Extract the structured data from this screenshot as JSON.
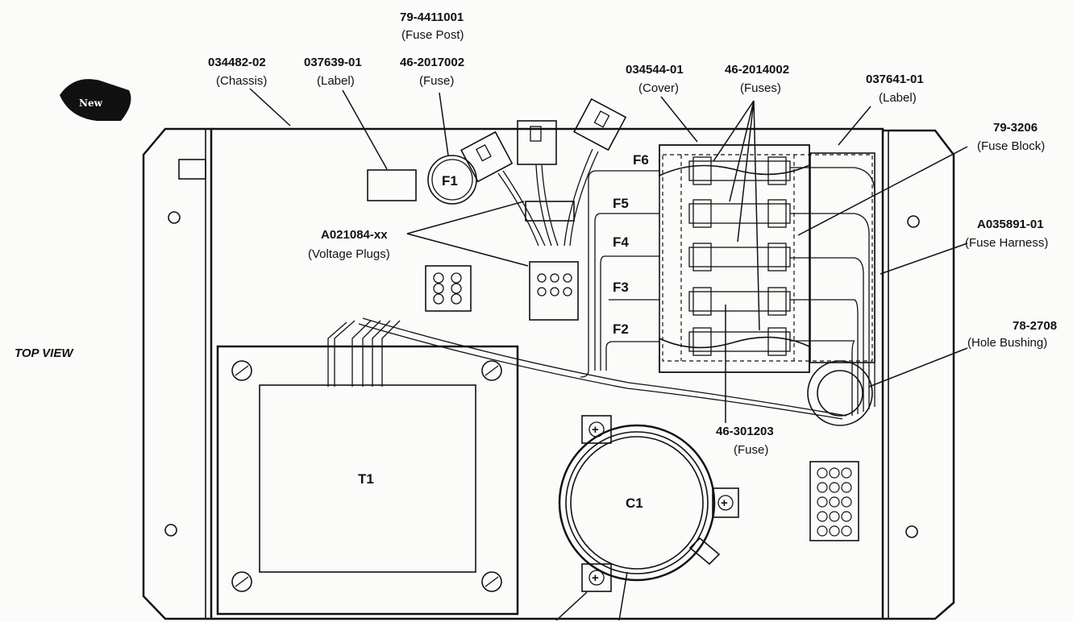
{
  "view_label": "TOP VIEW",
  "badge": "New",
  "callouts": {
    "fuse_post": {
      "part": "79-4411001",
      "desc": "(Fuse Post)"
    },
    "chassis": {
      "part": "034482-02",
      "desc": "(Chassis)"
    },
    "label_left": {
      "part": "037639-01",
      "desc": "(Label)"
    },
    "fuse_f1": {
      "part": "46-2017002",
      "desc": "(Fuse)"
    },
    "cover": {
      "part": "034544-01",
      "desc": "(Cover)"
    },
    "fuses": {
      "part": "46-2014002",
      "desc": "(Fuses)"
    },
    "label_right": {
      "part": "037641-01",
      "desc": "(Label)"
    },
    "fuse_block": {
      "part": "79-3206",
      "desc": "(Fuse Block)"
    },
    "voltage_plugs": {
      "part": "A021084-xx",
      "desc": "(Voltage Plugs)"
    },
    "fuse_harness": {
      "part": "A035891-01",
      "desc": "(Fuse Harness)"
    },
    "hole_bushing": {
      "part": "78-2708",
      "desc": "(Hole Bushing)"
    },
    "fuse_f3": {
      "part": "46-301203",
      "desc": "(Fuse)"
    }
  },
  "designators": {
    "f1": "F1",
    "f2": "F2",
    "f3": "F3",
    "f4": "F4",
    "f5": "F5",
    "f6": "F6",
    "t1": "T1",
    "c1": "C1"
  }
}
